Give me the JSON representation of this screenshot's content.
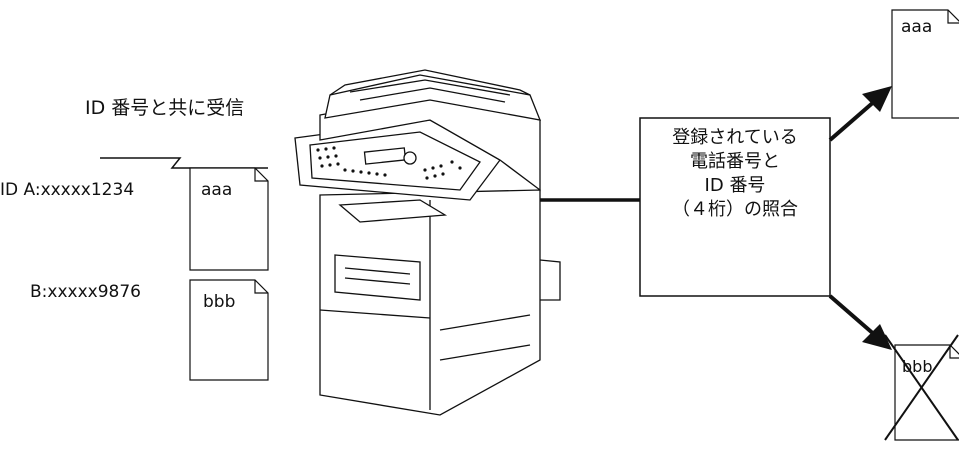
{
  "caption": "ID 番号と共に受信",
  "sender_ids": {
    "a": "ID A:xxxxx1234",
    "b": "B:xxxxx9876"
  },
  "documents": {
    "incoming_a": "aaa",
    "incoming_b": "bbb",
    "accepted": "aaa",
    "rejected": "bbb"
  },
  "process_box": {
    "lines": [
      "登録されている",
      "電話番号と",
      "ID 番号",
      "（４桁）の照合"
    ]
  }
}
